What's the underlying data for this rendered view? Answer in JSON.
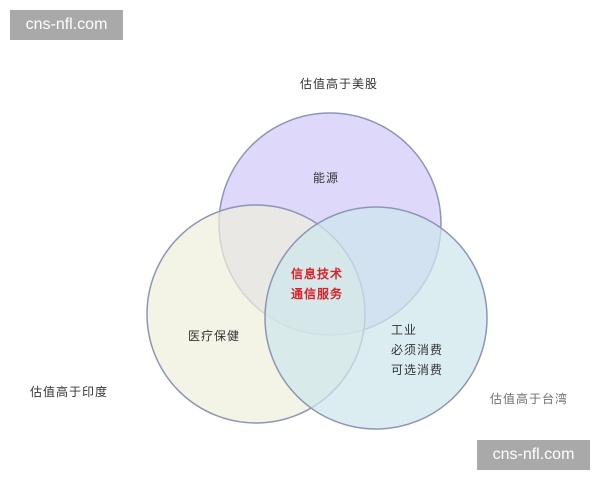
{
  "watermarks": {
    "top": "cns-nfl.com",
    "bottom": "cns-nfl.com"
  },
  "outer_labels": {
    "top": "估值高于美股",
    "left": "估值高于印度",
    "right": "估值高于台湾"
  },
  "circles": {
    "top": {
      "fill": "#dcd6fa",
      "stroke": "#8c96b4"
    },
    "left": {
      "fill": "#eef0dc",
      "stroke": "#8c96b4"
    },
    "right": {
      "fill": "#d4e9ee",
      "stroke": "#8c96b4"
    }
  },
  "regions": {
    "top_only": "能源",
    "left_only": "医疗保健",
    "right_only": [
      "工业",
      "必须消费",
      "可选消费"
    ],
    "center": [
      "信息技术",
      "通信服务"
    ]
  },
  "colors": {
    "center_text": "#d6232a"
  }
}
